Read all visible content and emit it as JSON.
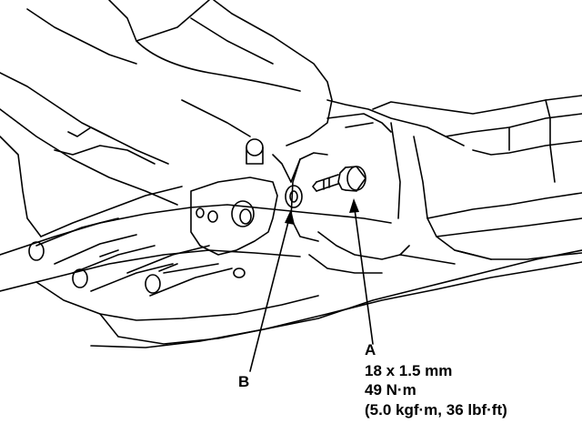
{
  "callouts": {
    "a": {
      "letter": "A",
      "size": "18 x 1.5 mm",
      "torque_nm": "49 N·m",
      "torque_alt": "(5.0 kgf·m, 36 lbf·ft)"
    },
    "b": {
      "letter": "B"
    }
  },
  "colors": {
    "ink": "#000000",
    "paper": "#ffffff"
  }
}
